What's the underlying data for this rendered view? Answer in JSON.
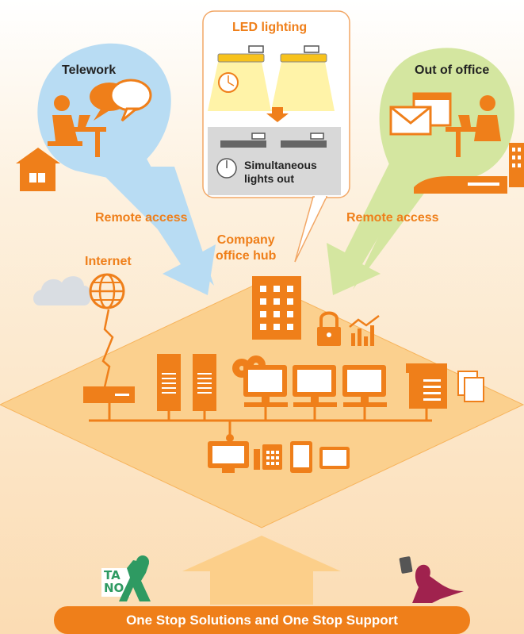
{
  "labels": {
    "telework": "Telework",
    "out_of_office": "Out of office",
    "remote_access_left": "Remote access",
    "remote_access_right": "Remote access",
    "led_lighting": "LED lighting",
    "simultaneous_line1": "Simultaneous",
    "simultaneous_line2": "lights out",
    "company_line1": "Company",
    "company_line2": "office hub",
    "internet": "Internet",
    "banner": "One Stop Solutions and One Stop Support"
  },
  "logo": {
    "text_top": "TA",
    "text_bottom": "NO"
  },
  "icons": [
    "house-icon",
    "person-at-desk-icon",
    "speech-bubble-icon",
    "envelope-icon",
    "calendar-icon",
    "building-icon",
    "train-icon",
    "cloud-icon",
    "globe-icon",
    "office-building-icon",
    "lock-icon",
    "chart-icon",
    "router-icon",
    "server-icon",
    "disc-icon",
    "monitor-icon",
    "multifunction-printer-icon",
    "paper-icon",
    "phone-icon",
    "tablet-icon",
    "clock-icon",
    "led-lamp-icon",
    "dinosaur-icon"
  ],
  "colors": {
    "accent": "#ef7f1a",
    "sky": "#b8dcf3",
    "leaf": "#d4e6a0",
    "floor": "#fbd08e",
    "arrow": "#fccf8a"
  }
}
